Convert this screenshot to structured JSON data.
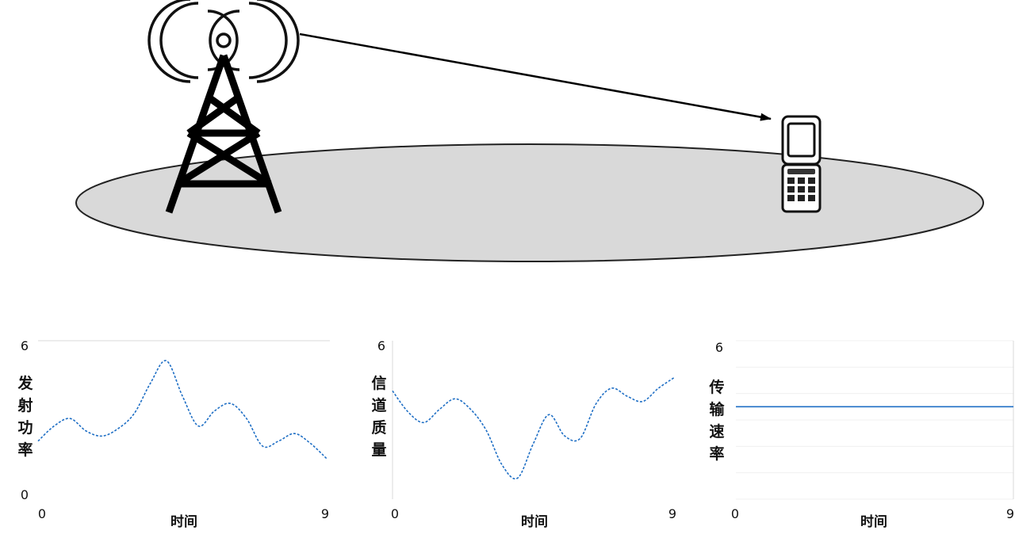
{
  "scene": {
    "ground_color": "#d9d9d9",
    "tower_icon": "cell-tower-icon",
    "phone_icon": "mobile-phone-icon"
  },
  "chart_data": [
    {
      "type": "line",
      "ylabel": "发射功率",
      "xlabel": "时间",
      "xlim": [
        0,
        9
      ],
      "ylim": [
        0,
        6
      ],
      "x_ticks": [
        "0",
        "9"
      ],
      "y_ticks": [
        "0",
        "6"
      ],
      "line_style": "dashed",
      "color": "#1f6fc5",
      "x": [
        0,
        0.5,
        1,
        1.5,
        2,
        2.5,
        3,
        3.5,
        4,
        4.5,
        5,
        5.5,
        6,
        6.5,
        7,
        7.5,
        8,
        8.5,
        9
      ],
      "values": [
        2.0,
        2.6,
        2.9,
        2.4,
        2.2,
        2.5,
        3.1,
        4.3,
        5.2,
        3.8,
        2.6,
        3.2,
        3.5,
        2.9,
        1.8,
        2.0,
        2.3,
        1.9,
        1.3
      ]
    },
    {
      "type": "line",
      "ylabel": "信道质量",
      "xlabel": "时间",
      "xlim": [
        0,
        9
      ],
      "ylim": [
        0,
        6
      ],
      "x_ticks": [
        "0",
        "9"
      ],
      "y_ticks": [
        "6"
      ],
      "line_style": "dashed",
      "color": "#1f6fc5",
      "x": [
        0,
        0.5,
        1,
        1.5,
        2,
        2.5,
        3,
        3.5,
        4,
        4.5,
        5,
        5.5,
        6,
        6.5,
        7,
        7.5,
        8,
        8.5,
        9
      ],
      "values": [
        4.1,
        3.3,
        2.9,
        3.4,
        3.8,
        3.4,
        2.6,
        1.3,
        0.8,
        2.1,
        3.2,
        2.4,
        2.3,
        3.6,
        4.2,
        3.9,
        3.7,
        4.2,
        4.6
      ]
    },
    {
      "type": "line",
      "ylabel": "传输速率",
      "xlabel": "时间",
      "xlim": [
        0,
        9
      ],
      "ylim": [
        0,
        6
      ],
      "x_ticks": [
        "0",
        "9"
      ],
      "y_ticks": [
        "6"
      ],
      "line_style": "solid",
      "color": "#1f6fc5",
      "x": [
        0,
        9
      ],
      "values": [
        3.5,
        3.5
      ]
    }
  ]
}
